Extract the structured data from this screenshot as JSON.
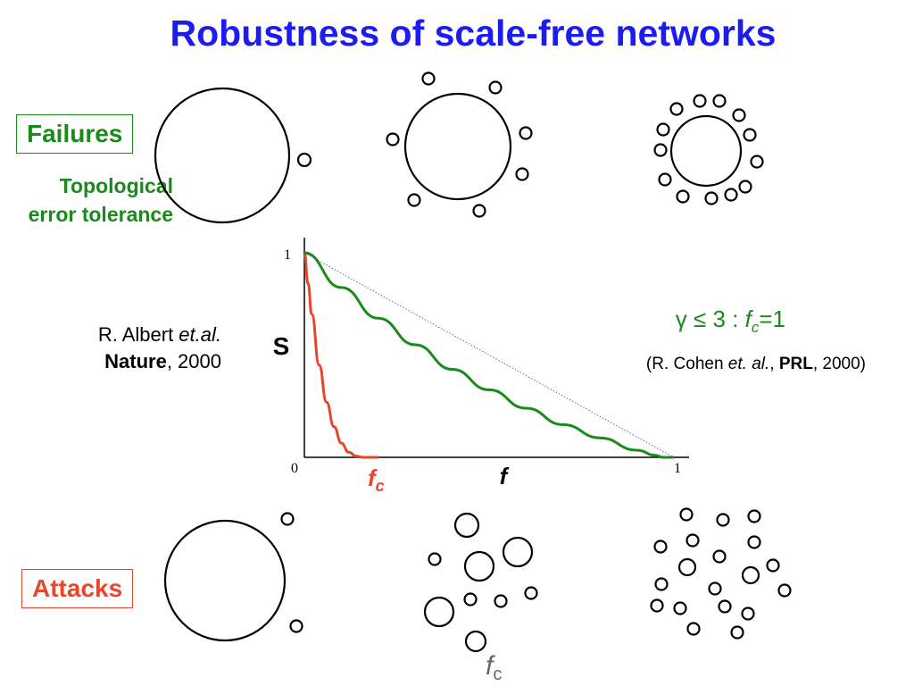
{
  "title": "Robustness of scale-free networks",
  "failures_label": "Failures",
  "topological_line1": "Topological",
  "topological_line2": "error tolerance",
  "attacks_label": "Attacks",
  "citation_albert": {
    "author": "R. Albert ",
    "etal": "et.al.",
    "journal": "Nature",
    "year": ", 2000"
  },
  "gamma_annotation": {
    "symbol": "γ ≤ 3 : ",
    "var": "f",
    "sub": "c",
    "rest": "=1"
  },
  "citation_cohen": {
    "open": "(R. Cohen ",
    "etal": "et. al.",
    "sep": ", ",
    "journal": "PRL",
    "year": ", 2000)"
  },
  "bottom_fc": {
    "var": "f",
    "sub": "c"
  },
  "chart_data": {
    "type": "line",
    "xlabel": "f",
    "ylabel": "S",
    "xlim": [
      0,
      1
    ],
    "ylim": [
      0,
      1
    ],
    "x_ticks": [
      "0",
      "1"
    ],
    "y_ticks": [
      "1"
    ],
    "fc_marker": {
      "var": "f",
      "sub": "c",
      "color": "#e8452a"
    },
    "series": [
      {
        "color": "#e8452a",
        "x": [
          0,
          0.01,
          0.02,
          0.04,
          0.06,
          0.08,
          0.1,
          0.12,
          0.14,
          0.16,
          0.18,
          0.2
        ],
        "y": [
          1.0,
          0.85,
          0.7,
          0.45,
          0.27,
          0.15,
          0.07,
          0.025,
          0.006,
          0.0,
          0.0,
          0.0
        ]
      },
      {
        "color": "#1a8a1a",
        "x": [
          0,
          0.1,
          0.2,
          0.3,
          0.4,
          0.5,
          0.6,
          0.7,
          0.8,
          0.9,
          0.95,
          0.97,
          1.0
        ],
        "y": [
          1.0,
          0.83,
          0.68,
          0.55,
          0.43,
          0.33,
          0.24,
          0.16,
          0.095,
          0.035,
          0.01,
          0.0,
          0.0
        ]
      },
      {
        "color": "#6a6a9a",
        "style": "dotted",
        "x": [
          0,
          1
        ],
        "y": [
          1,
          0
        ]
      }
    ]
  }
}
